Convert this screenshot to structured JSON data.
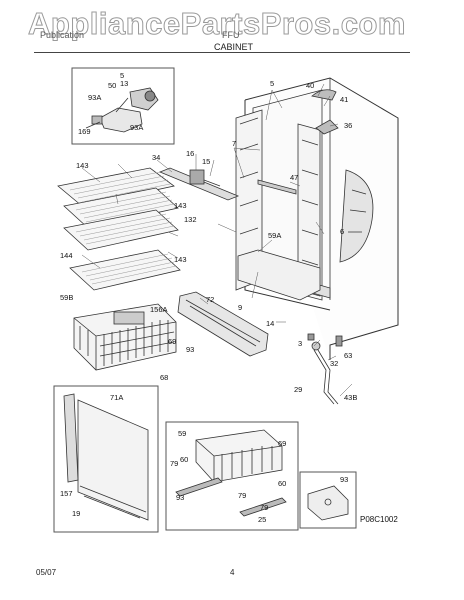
{
  "watermark": "AppliancePartsPros.com",
  "header": {
    "section_left": "Publication",
    "section_mid": "FFU",
    "title": "CABINET"
  },
  "callouts": [
    "5",
    "13",
    "50",
    "93A",
    "169",
    "93A",
    "40",
    "41",
    "36",
    "5",
    "7",
    "16",
    "15",
    "34",
    "47",
    "143",
    "143",
    "143",
    "144",
    "132",
    "59A",
    "6",
    "9",
    "59B",
    "156A",
    "72",
    "14",
    "69",
    "93",
    "3",
    "63",
    "32",
    "68",
    "29",
    "43B",
    "71A",
    "59",
    "69",
    "79",
    "60",
    "93",
    "60",
    "79",
    "93",
    "157",
    "19",
    "25",
    "79"
  ],
  "diagram_code": "P08C1002",
  "footer": {
    "date": "05/07",
    "page": "4"
  }
}
